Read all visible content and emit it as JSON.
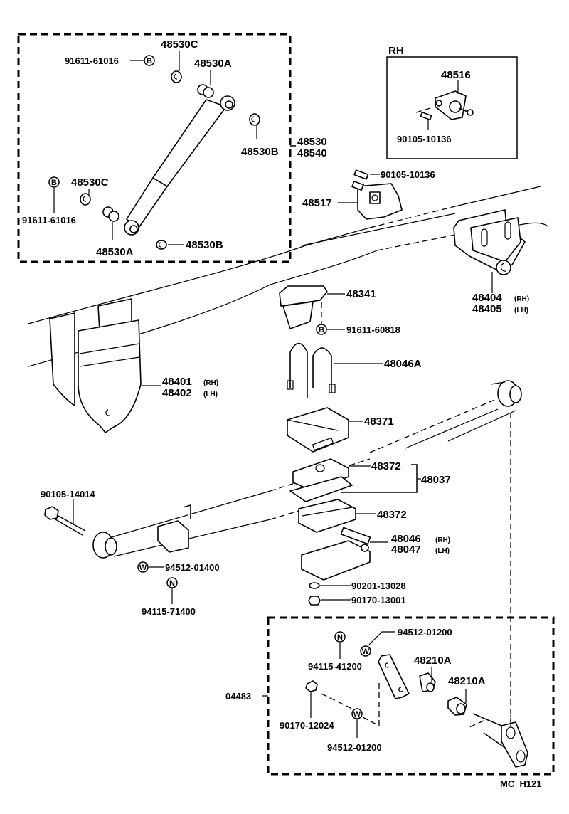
{
  "diagram": {
    "title_code": "MC  H121",
    "groups": {
      "shock_absorber_set": [
        "48530",
        "48540"
      ],
      "rh_inset_label": "RH",
      "shackle_kit": "04483",
      "spring_seat_set": "48037"
    },
    "side_tags": {
      "rh": "(RH)",
      "lh": "(LH)"
    },
    "symbols": {
      "bolt": "B",
      "washer": "W",
      "nut": "N"
    },
    "labels": {
      "p48530C_top": "48530C",
      "p91611_61016_top": "91611-61016",
      "p48530A_top": "48530A",
      "p48530B_right": "48530B",
      "p48530C_left": "48530C",
      "p91611_61016_left": "91611-61016",
      "p48530A_bottom": "48530A",
      "p48530B_bottom": "48530B",
      "p48516": "48516",
      "p90105_10136_inset": "90105-10136",
      "p90105_10136": "90105-10136",
      "p48517": "48517",
      "p48404": "48404",
      "p48405": "48405",
      "p48341": "48341",
      "p91611_60818": "91611-60818",
      "p48046A": "48046A",
      "p48401": "48401",
      "p48402": "48402",
      "p48371": "48371",
      "p48372_upper": "48372",
      "p48372_lower": "48372",
      "p48046": "48046",
      "p48047": "48047",
      "p90201_13028": "90201-13028",
      "p90170_13001": "90170-13001",
      "p90105_14014": "90105-14014",
      "p94512_01400": "94512-01400",
      "p94115_71400": "94115-71400",
      "p94512_01200_top": "94512-01200",
      "p94115_41200": "94115-41200",
      "p48210A_a": "48210A",
      "p48210A_b": "48210A",
      "p90170_12024": "90170-12024",
      "p94512_01200_bottom": "94512-01200"
    }
  }
}
